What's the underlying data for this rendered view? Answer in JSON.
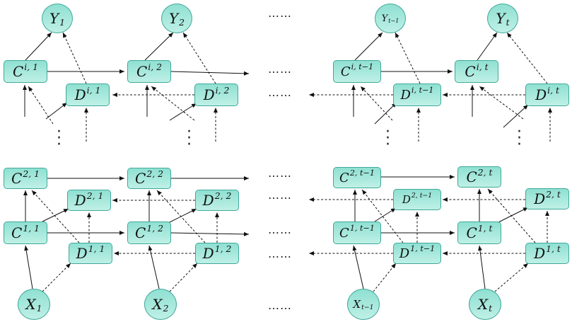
{
  "nodes": {
    "y1": {
      "base": "Y",
      "sub": "1"
    },
    "y2": {
      "base": "Y",
      "sub": "2"
    },
    "yt1": {
      "base": "Y",
      "sub": "t−1"
    },
    "yt": {
      "base": "Y",
      "sub": "t"
    },
    "ci1": {
      "base": "C",
      "sup": "i, 1"
    },
    "ci2": {
      "base": "C",
      "sup": "i, 2"
    },
    "cit1": {
      "base": "C",
      "sup": "i, t−1"
    },
    "cit": {
      "base": "C",
      "sup": "i, t"
    },
    "di1": {
      "base": "D",
      "sup": "i, 1"
    },
    "di2": {
      "base": "D",
      "sup": "i, 2"
    },
    "dit1": {
      "base": "D",
      "sup": "i, t−1"
    },
    "dit": {
      "base": "D",
      "sup": "i, t"
    },
    "c21": {
      "base": "C",
      "sup": "2, 1"
    },
    "c22": {
      "base": "C",
      "sup": "2, 2"
    },
    "c2t1": {
      "base": "C",
      "sup": "2, t−1"
    },
    "c2t": {
      "base": "C",
      "sup": "2, t"
    },
    "d21": {
      "base": "D",
      "sup": "2, 1"
    },
    "d22": {
      "base": "D",
      "sup": "2, 2"
    },
    "d2t1": {
      "base": "D",
      "sup": "2, t−1"
    },
    "d2t": {
      "base": "D",
      "sup": "2, t"
    },
    "c11": {
      "base": "C",
      "sup": "1, 1"
    },
    "c12": {
      "base": "C",
      "sup": "1, 2"
    },
    "c1t1": {
      "base": "C",
      "sup": "1, t−1"
    },
    "c1t": {
      "base": "C",
      "sup": "1, t"
    },
    "d11": {
      "base": "D",
      "sup": "1, 1"
    },
    "d12": {
      "base": "D",
      "sup": "1, 2"
    },
    "d1t1": {
      "base": "D",
      "sup": "1, t−1"
    },
    "d1t": {
      "base": "D",
      "sup": "1, t"
    },
    "x1": {
      "base": "X",
      "sub": "1"
    },
    "x2": {
      "base": "X",
      "sub": "2"
    },
    "xt1": {
      "base": "X",
      "sub": "t−1"
    },
    "xt": {
      "base": "X",
      "sub": "t"
    }
  },
  "ellipsis": "……",
  "colors": {
    "node_fill_top": "#8fe0d2",
    "node_fill_bottom": "#bff0e6",
    "node_border": "#3fa99a",
    "arrow": "#111111"
  }
}
